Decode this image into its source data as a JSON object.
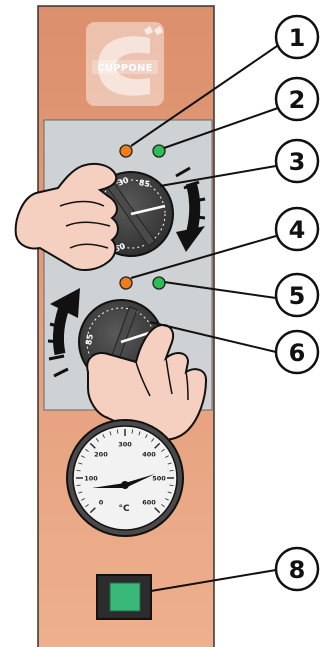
{
  "logo": {
    "text": "CUPPONE"
  },
  "upper_dial": {
    "labels": [
      "30",
      "85",
      "150"
    ]
  },
  "lower_dial": {
    "labels": [
      "85"
    ]
  },
  "thermometer": {
    "unit": "°C",
    "tick_labels": [
      "0",
      "100",
      "200",
      "300",
      "400",
      "500",
      "600"
    ]
  },
  "callouts": [
    "1",
    "2",
    "3",
    "4",
    "5",
    "6",
    "8"
  ],
  "colors": {
    "panel": "#e59a78",
    "indicator_orange": "#f07d1a",
    "indicator_green": "#2bbf55",
    "switch_green": "#3ab87a",
    "dial_body": "#3d3d3d"
  }
}
